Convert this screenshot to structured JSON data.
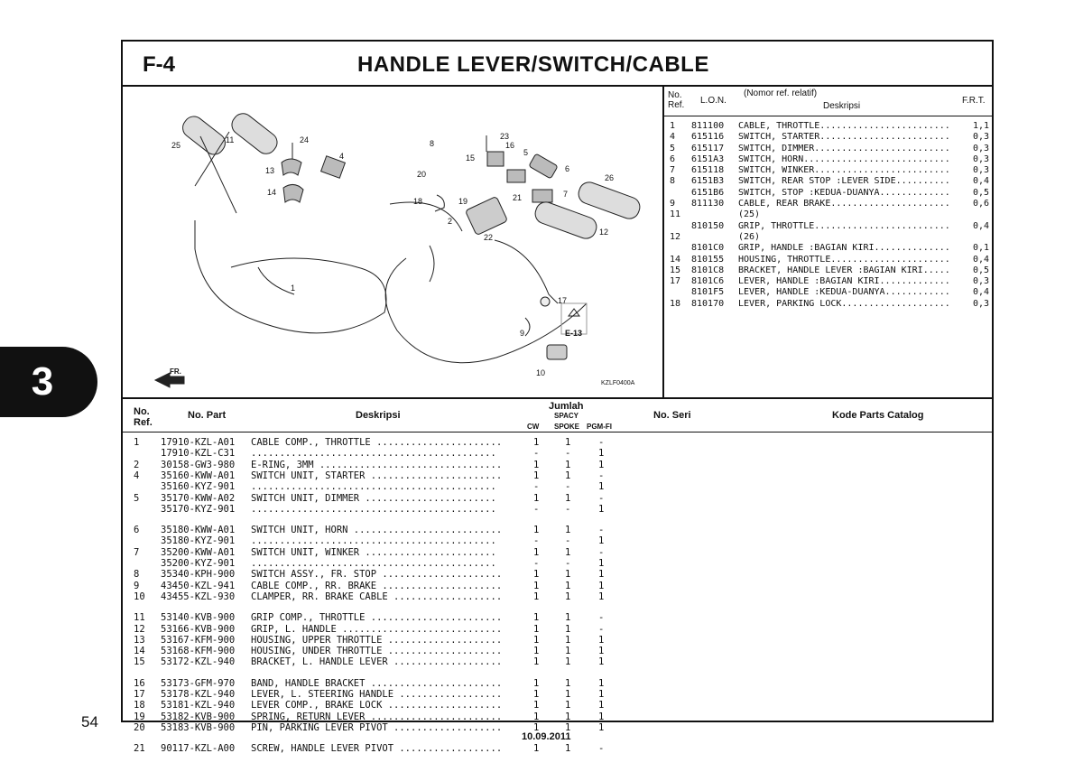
{
  "chapter_tab": "3",
  "page_number": "54",
  "section_code": "F-4",
  "section_title": "HANDLE LEVER/SWITCH/CABLE",
  "footer_date": "10.09.2011",
  "diagram": {
    "callouts": [
      "1",
      "2",
      "4",
      "5",
      "6",
      "7",
      "8",
      "9",
      "10",
      "11",
      "12",
      "13",
      "14",
      "15",
      "16",
      "17",
      "18",
      "19",
      "20",
      "21",
      "22",
      "23",
      "24",
      "25",
      "26"
    ],
    "fr_label": "FR.",
    "e13_label": "E-13",
    "drawing_code": "KZLF0400A"
  },
  "lon_table": {
    "header": {
      "no_ref": "No. Ref.",
      "lon": "L.O.N.",
      "desc_top": "(Nomor ref. relatif)",
      "desc": "Deskripsi",
      "frt": "F.R.T."
    },
    "rows": [
      {
        "ref": "1",
        "lon": "811100",
        "desc": "CABLE, THROTTLE........................",
        "frt": "1,1"
      },
      {
        "ref": "4",
        "lon": "615116",
        "desc": "SWITCH, STARTER........................",
        "frt": "0,3"
      },
      {
        "ref": "5",
        "lon": "615117",
        "desc": "SWITCH, DIMMER.........................",
        "frt": "0,3"
      },
      {
        "ref": "6",
        "lon": "6151A3",
        "desc": "SWITCH, HORN...........................",
        "frt": "0,3"
      },
      {
        "ref": "7",
        "lon": "615118",
        "desc": "SWITCH, WINKER.........................",
        "frt": "0,3"
      },
      {
        "ref": "8",
        "lon": "6151B3",
        "desc": "SWITCH, REAR STOP :LEVER SIDE..........",
        "frt": "0,4"
      },
      {
        "ref": "",
        "lon": "6151B6",
        "desc": "SWITCH, STOP :KEDUA-DUANYA.............",
        "frt": "0,5"
      },
      {
        "ref": "9",
        "lon": "811130",
        "desc": "CABLE, REAR BRAKE......................",
        "frt": "0,6"
      },
      {
        "ref": "11",
        "lon": "",
        "desc": "(25)",
        "frt": ""
      },
      {
        "ref": "",
        "lon": "810150",
        "desc": "GRIP, THROTTLE.........................",
        "frt": "0,4"
      },
      {
        "ref": "12",
        "lon": "",
        "desc": "(26)",
        "frt": ""
      },
      {
        "ref": "",
        "lon": "8101C0",
        "desc": "GRIP, HANDLE :BAGIAN KIRI..............",
        "frt": "0,1"
      },
      {
        "ref": "14",
        "lon": "810155",
        "desc": "HOUSING, THROTTLE......................",
        "frt": "0,4"
      },
      {
        "ref": "15",
        "lon": "8101C8",
        "desc": "BRACKET, HANDLE LEVER :BAGIAN KIRI.....",
        "frt": "0,5"
      },
      {
        "ref": "17",
        "lon": "8101C6",
        "desc": "LEVER, HANDLE :BAGIAN KIRI.............",
        "frt": "0,3"
      },
      {
        "ref": "",
        "lon": "8101F5",
        "desc": "LEVER, HANDLE :KEDUA-DUANYA............",
        "frt": "0,4"
      },
      {
        "ref": "18",
        "lon": "810170",
        "desc": "LEVER, PARKING LOCK....................",
        "frt": "0,3"
      }
    ]
  },
  "parts_table": {
    "header": {
      "no_ref": "No. Ref.",
      "no_part": "No. Part",
      "deskripsi": "Deskripsi",
      "jumlah": "Jumlah",
      "spacy": "SPACY",
      "cw": "CW",
      "spoke": "SPOKE",
      "pgmfi": "PGM-FI",
      "no_seri": "No. Seri",
      "kode": "Kode Parts Catalog"
    },
    "rows": [
      {
        "ref": "1",
        "part": "17910-KZL-A01",
        "desc": "CABLE COMP., THROTTLE ......................",
        "cw": "1",
        "spoke": "1",
        "pgm": "-"
      },
      {
        "ref": "",
        "part": "17910-KZL-C31",
        "desc": "...........................................",
        "cw": "-",
        "spoke": "-",
        "pgm": "1"
      },
      {
        "ref": "2",
        "part": "30158-GW3-980",
        "desc": "E-RING, 3MM ................................",
        "cw": "1",
        "spoke": "1",
        "pgm": "1"
      },
      {
        "ref": "4",
        "part": "35160-KWW-A01",
        "desc": "SWITCH UNIT, STARTER .......................",
        "cw": "1",
        "spoke": "1",
        "pgm": "-"
      },
      {
        "ref": "",
        "part": "35160-KYZ-901",
        "desc": "...........................................",
        "cw": "-",
        "spoke": "-",
        "pgm": "1"
      },
      {
        "ref": "5",
        "part": "35170-KWW-A02",
        "desc": "SWITCH UNIT, DIMMER .......................",
        "cw": "1",
        "spoke": "1",
        "pgm": "-"
      },
      {
        "ref": "",
        "part": "35170-KYZ-901",
        "desc": "...........................................",
        "cw": "-",
        "spoke": "-",
        "pgm": "1"
      },
      {
        "ref": "6",
        "part": "35180-KWW-A01",
        "desc": "SWITCH UNIT, HORN ..........................",
        "cw": "1",
        "spoke": "1",
        "pgm": "-"
      },
      {
        "ref": "",
        "part": "35180-KYZ-901",
        "desc": "...........................................",
        "cw": "-",
        "spoke": "-",
        "pgm": "1"
      },
      {
        "ref": "7",
        "part": "35200-KWW-A01",
        "desc": "SWITCH UNIT, WINKER .......................",
        "cw": "1",
        "spoke": "1",
        "pgm": "-"
      },
      {
        "ref": "",
        "part": "35200-KYZ-901",
        "desc": "...........................................",
        "cw": "-",
        "spoke": "-",
        "pgm": "1"
      },
      {
        "ref": "8",
        "part": "35340-KPH-900",
        "desc": "SWITCH ASSY., FR. STOP .....................",
        "cw": "1",
        "spoke": "1",
        "pgm": "1"
      },
      {
        "ref": "9",
        "part": "43450-KZL-941",
        "desc": "CABLE COMP., RR. BRAKE .....................",
        "cw": "1",
        "spoke": "1",
        "pgm": "1"
      },
      {
        "ref": "10",
        "part": "43455-KZL-930",
        "desc": "CLAMPER, RR. BRAKE CABLE ...................",
        "cw": "1",
        "spoke": "1",
        "pgm": "1"
      },
      {
        "ref": "11",
        "part": "53140-KVB-900",
        "desc": "GRIP COMP., THROTTLE .......................",
        "cw": "1",
        "spoke": "1",
        "pgm": "-"
      },
      {
        "ref": "12",
        "part": "53166-KVB-900",
        "desc": "GRIP, L. HANDLE ............................",
        "cw": "1",
        "spoke": "1",
        "pgm": "-"
      },
      {
        "ref": "13",
        "part": "53167-KFM-900",
        "desc": "HOUSING, UPPER THROTTLE ....................",
        "cw": "1",
        "spoke": "1",
        "pgm": "1"
      },
      {
        "ref": "14",
        "part": "53168-KFM-900",
        "desc": "HOUSING, UNDER THROTTLE ....................",
        "cw": "1",
        "spoke": "1",
        "pgm": "1"
      },
      {
        "ref": "15",
        "part": "53172-KZL-940",
        "desc": "BRACKET, L. HANDLE LEVER ...................",
        "cw": "1",
        "spoke": "1",
        "pgm": "1"
      },
      {
        "ref": "16",
        "part": "53173-GFM-970",
        "desc": "BAND, HANDLE BRACKET .......................",
        "cw": "1",
        "spoke": "1",
        "pgm": "1"
      },
      {
        "ref": "17",
        "part": "53178-KZL-940",
        "desc": "LEVER, L. STEERING HANDLE ..................",
        "cw": "1",
        "spoke": "1",
        "pgm": "1"
      },
      {
        "ref": "18",
        "part": "53181-KZL-940",
        "desc": "LEVER COMP., BRAKE LOCK ....................",
        "cw": "1",
        "spoke": "1",
        "pgm": "1"
      },
      {
        "ref": "19",
        "part": "53182-KVB-900",
        "desc": "SPRING, RETURN LEVER .......................",
        "cw": "1",
        "spoke": "1",
        "pgm": "1"
      },
      {
        "ref": "20",
        "part": "53183-KVB-900",
        "desc": "PIN, PARKING LEVER PIVOT ...................",
        "cw": "1",
        "spoke": "1",
        "pgm": "1"
      },
      {
        "ref": "21",
        "part": "90117-KZL-A00",
        "desc": "SCREW, HANDLE LEVER PIVOT ..................",
        "cw": "1",
        "spoke": "1",
        "pgm": "-"
      }
    ]
  }
}
